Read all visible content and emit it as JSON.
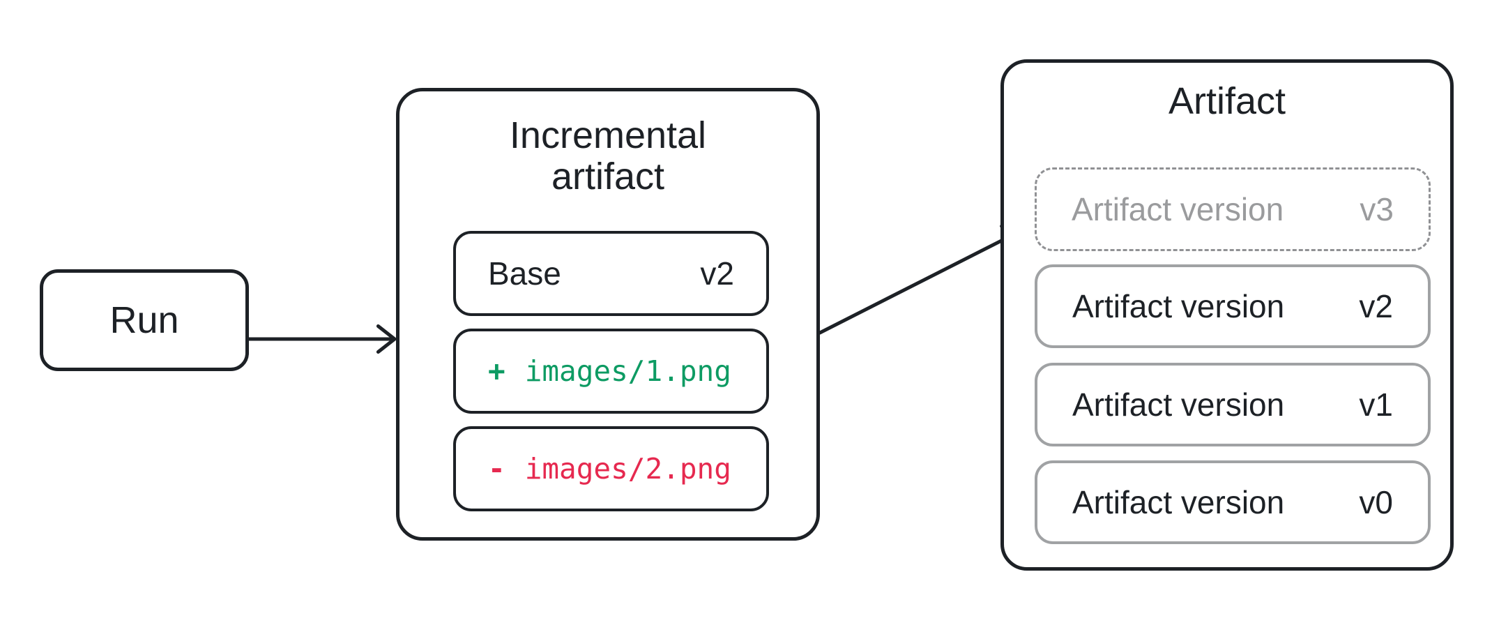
{
  "run": {
    "label": "Run"
  },
  "incremental": {
    "title_line1": "Incremental",
    "title_line2": "artifact",
    "base": {
      "label": "Base",
      "version": "v2"
    },
    "added": {
      "sign": "+",
      "path": "images/1.png"
    },
    "removed": {
      "sign": "-",
      "path": "images/2.png"
    }
  },
  "artifact": {
    "title": "Artifact",
    "versions": [
      {
        "label": "Artifact version",
        "version": "v3",
        "state": "pending"
      },
      {
        "label": "Artifact version",
        "version": "v2",
        "state": "committed"
      },
      {
        "label": "Artifact version",
        "version": "v1",
        "state": "committed"
      },
      {
        "label": "Artifact version",
        "version": "v0",
        "state": "committed"
      }
    ]
  },
  "colors": {
    "stroke_dark": "#1d2126",
    "stroke_gray": "#a0a2a4",
    "text_gray": "#9a9b9d",
    "added_green": "#0d9b63",
    "removed_red": "#e6294f"
  }
}
